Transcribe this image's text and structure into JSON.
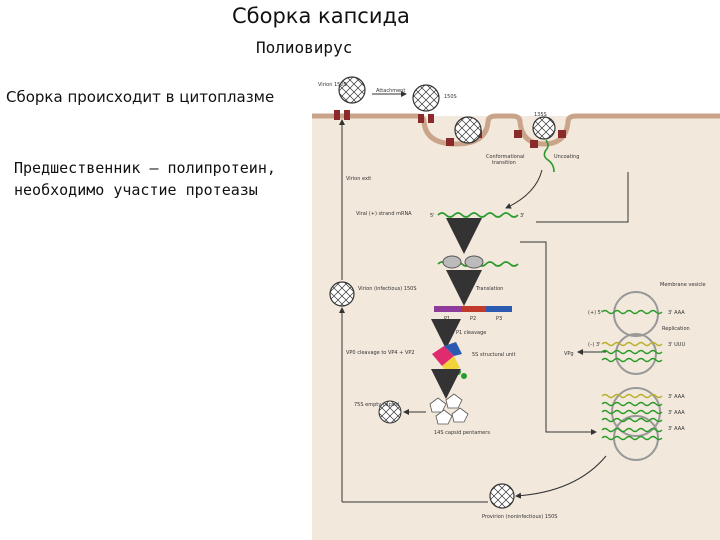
{
  "slide": {
    "title": "Сборка капсида",
    "subtitle": "Полиовирус",
    "note_assembly": "Сборка происходит в цитоплазме",
    "note_precursor_line1": "Предшественник – полипротеин,",
    "note_precursor_line2": "необходимо участие протеазы"
  },
  "diagram": {
    "labels": {
      "virion_150s": "Virion 150S",
      "attachment": "Attachment",
      "s150": "150S",
      "s135": "135S",
      "conformational": "Conformational",
      "transition": "transition",
      "uncoating": "Uncoating",
      "virion_exit": "Virion exit",
      "viral_mrna": "Viral (+) strand mRNA",
      "five_prime": "5'",
      "three_prime": "3'",
      "translation": "Translation",
      "p1": "P1",
      "p2": "P2",
      "p3": "P3",
      "p1_cleavage": "P1 cleavage",
      "structural_unit": "5S structural unit",
      "virion_infectious": "Virion (infectious) 150S",
      "vp0_cleavage": "VP0 cleavage to VP4 + VP2",
      "empty_capsid": "75S empty capsid",
      "capsid_pentamers": "14S capsid pentamers",
      "provirion": "Provirion (noninfectious) 150S",
      "membrane_vesicle": "Membrane vesicle",
      "replication": "Replication",
      "vpg": "VPg",
      "aaa": "3' AAA",
      "uuu": "3' UUU",
      "plus_strand": "(+) 5'",
      "minus_strand": "(–) 3'"
    }
  }
}
